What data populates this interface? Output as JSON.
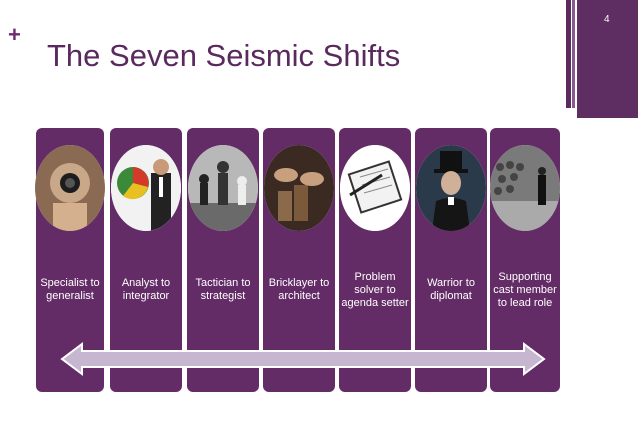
{
  "slide": {
    "marker": "+",
    "title": "The Seven Seismic Shifts",
    "page_number": "4"
  },
  "shifts": [
    {
      "label": "Specialist to generalist",
      "image": "eye-loupe-photo"
    },
    {
      "label": "Analyst to integrator",
      "image": "businessman-pie-chart-photo"
    },
    {
      "label": "Tactician to strategist",
      "image": "chess-pieces-photo"
    },
    {
      "label": "Bricklayer to architect",
      "image": "hands-stacking-blocks-photo"
    },
    {
      "label": "Problem solver to agenda setter",
      "image": "agenda-notebook-pen-photo"
    },
    {
      "label": "Warrior to diplomat",
      "image": "top-hat-gentleman-photo"
    },
    {
      "label": "Supporting cast member to lead role",
      "image": "speaker-audience-photo"
    }
  ],
  "colors": {
    "panel": "#632c66",
    "title": "#5a2a5e",
    "arrow": "#c7b6cf"
  }
}
